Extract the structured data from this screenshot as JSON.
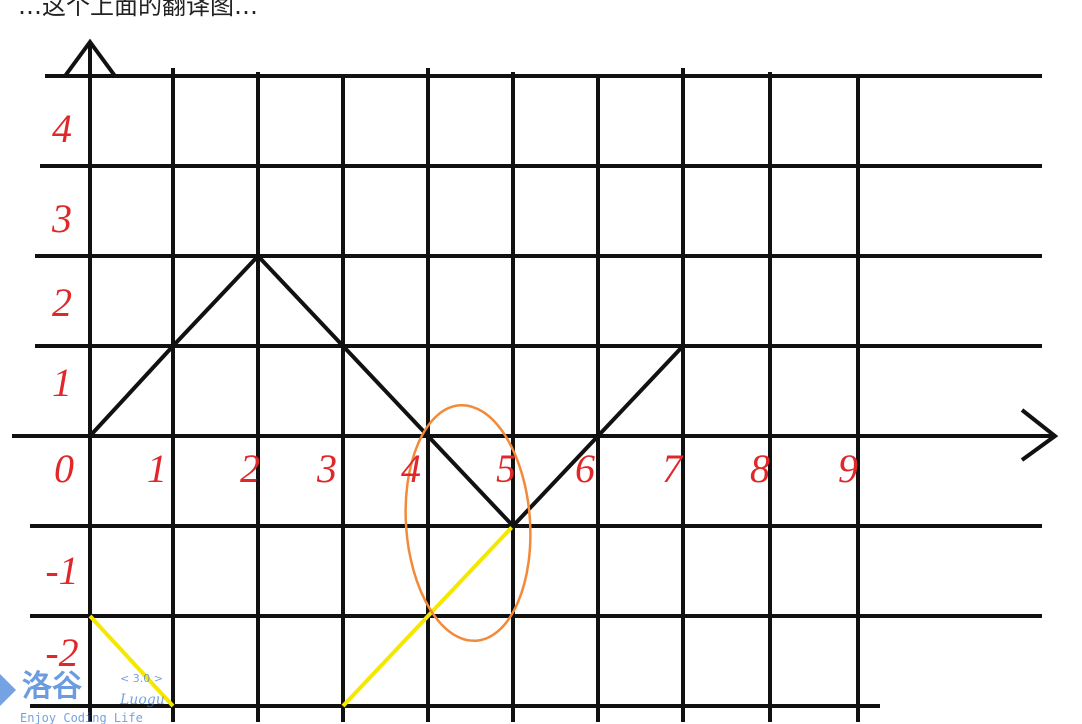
{
  "header": {
    "cropped_text": "…这个上面的翻译图…"
  },
  "axes": {
    "x_ticks": [
      "0",
      "1",
      "2",
      "3",
      "4",
      "5",
      "6",
      "7",
      "8",
      "9"
    ],
    "y_ticks": [
      "4",
      "3",
      "2",
      "1",
      "-1",
      "-2"
    ]
  },
  "diagram": {
    "black_path": [
      [
        0,
        0
      ],
      [
        1,
        1
      ],
      [
        2,
        2
      ],
      [
        3,
        1
      ],
      [
        4,
        0
      ],
      [
        5,
        -1
      ],
      [
        6,
        0
      ],
      [
        7,
        1
      ]
    ],
    "yellow_segments": [
      [
        [
          0,
          -2
        ],
        [
          1,
          -3
        ]
      ],
      [
        [
          3,
          -3
        ],
        [
          5,
          -1
        ]
      ]
    ],
    "highlight": "orange loop around x≈5"
  },
  "watermark": {
    "brand": "洛谷",
    "version": "< 3.0 >",
    "tagline": "Enjoy Coding Life",
    "latin": "Luogu"
  },
  "colors": {
    "grid": "#111111",
    "numbers": "#e0282a",
    "yellow_line": "#f5e800",
    "orange_circle": "#f28a3a",
    "logo_blue": "#3a7bd5"
  }
}
